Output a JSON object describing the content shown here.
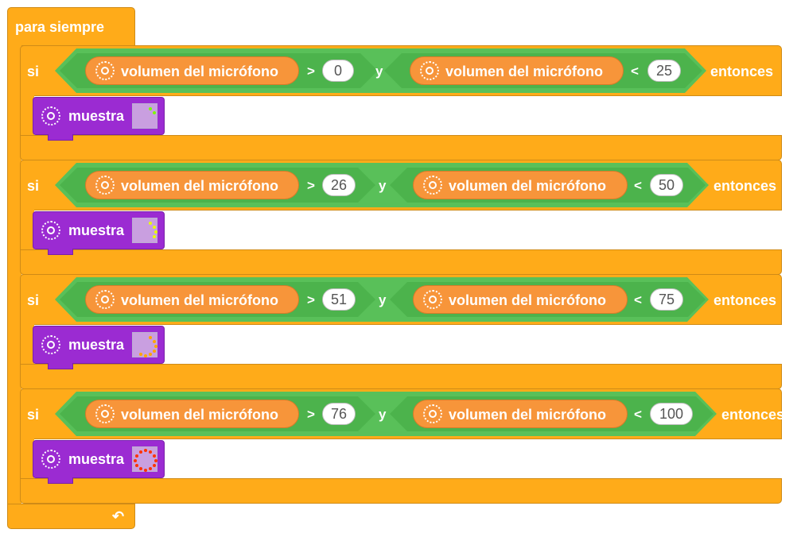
{
  "forever": {
    "label": "para siempre"
  },
  "if_keyword": "si",
  "then_keyword": "entonces",
  "and_operator": "y",
  "greater_operator": ">",
  "less_operator": "<",
  "reporter_label": "volumen del micrófono",
  "show_label": "muestra",
  "rows": [
    {
      "low": "0",
      "high": "25",
      "light_color": "#7CFC00"
    },
    {
      "low": "26",
      "high": "50",
      "light_color": "#E8FF00"
    },
    {
      "low": "51",
      "high": "75",
      "light_color": "#FFA500"
    },
    {
      "low": "76",
      "high": "100",
      "light_color": "#FF3300"
    }
  ]
}
